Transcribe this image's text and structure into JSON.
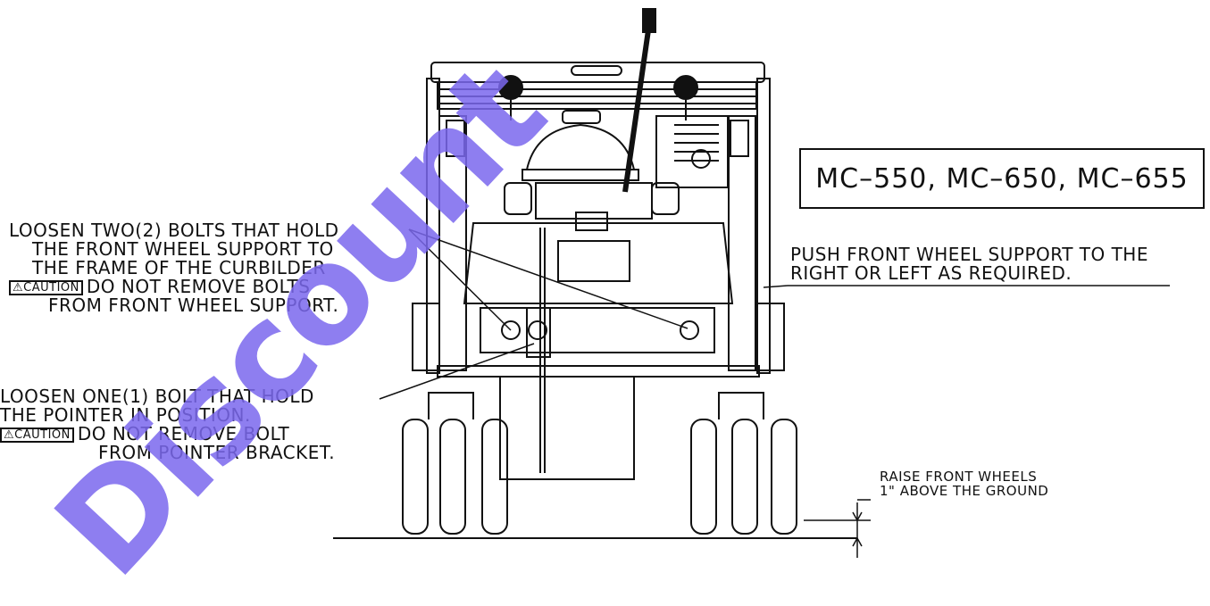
{
  "model_box": {
    "text": "MC–550,  MC–650,  MC–655"
  },
  "annotations": {
    "loosen_two_bolts": {
      "line1": "LOOSEN TWO(2) BOLTS THAT HOLD",
      "line2": "THE FRONT WHEEL SUPPORT TO",
      "line3": "THE FRAME OF THE CURBILDER",
      "caution_tag": "⚠CAUTION",
      "line4": "DO NOT REMOVE BOLTS",
      "line5": "FROM FRONT WHEEL SUPPORT."
    },
    "loosen_one_bolt": {
      "line1": "LOOSEN ONE(1) BOLT THAT HOLD",
      "line2": "THE POINTER IN POSITION.",
      "caution_tag": "⚠CAUTION",
      "line3": "DO NOT REMOVE BOLT",
      "line4": "FROM POINTER BRACKET."
    },
    "push_support": {
      "line1": "PUSH FRONT WHEEL SUPPORT TO THE",
      "line2": "RIGHT OR LEFT AS REQUIRED."
    },
    "raise_wheels": {
      "line1": "RAISE FRONT WHEELS",
      "line2": "1\" ABOVE THE GROUND"
    }
  },
  "watermark": {
    "text": "Discount"
  },
  "colors": {
    "ink": "#111111",
    "watermark": "#7b68ee"
  }
}
